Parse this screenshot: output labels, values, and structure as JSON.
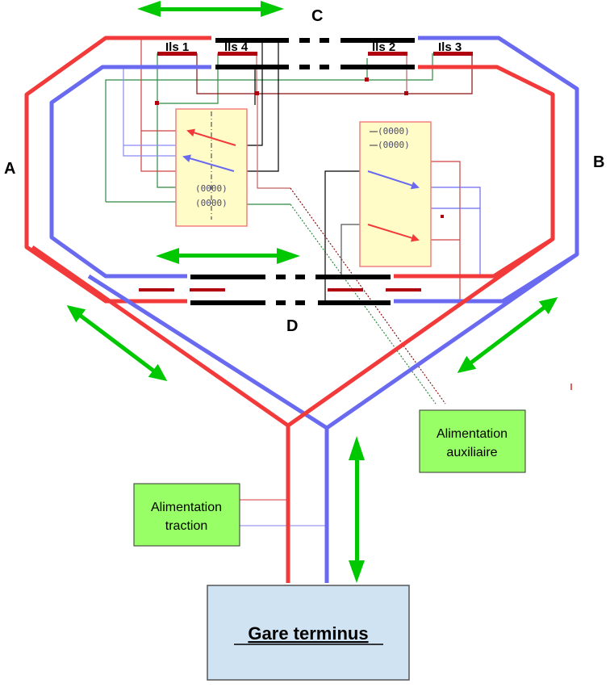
{
  "diagram": {
    "title": "Boucle de retournement - schéma d'alimentation",
    "colors": {
      "rail_red": "#f23a3a",
      "rail_blue": "#6a6af0",
      "isolated_rail": "#000000",
      "ils_bar": "#b00010",
      "arrow_green": "#00c800",
      "relay_fill": "#fffcc8",
      "relay_border": "#f08080",
      "power_box_fill": "#99ff66",
      "terminus_fill": "#cfe3f2",
      "wire_green": "#2e8b40",
      "wire_dark_red": "#8b1010",
      "wire_black": "#000000"
    },
    "section_labels": {
      "a": "A",
      "b": "B",
      "c": "C",
      "d": "D"
    },
    "ils": [
      {
        "label": "Ils 1"
      },
      {
        "label": "Ils 4"
      },
      {
        "label": "Ils 2"
      },
      {
        "label": "Ils 3"
      }
    ],
    "relays": [
      {
        "name": "relay-left",
        "coils": [
          "(0000)",
          "(0000)"
        ]
      },
      {
        "name": "relay-right",
        "coils": [
          "(0000)",
          "(0000)"
        ]
      }
    ],
    "power_boxes": {
      "auxiliary": {
        "line1": "Alimentation",
        "line2": "auxiliaire"
      },
      "traction": {
        "line1": "Alimentation",
        "line2": "traction"
      }
    },
    "terminus": {
      "label": "Gare terminus"
    }
  }
}
